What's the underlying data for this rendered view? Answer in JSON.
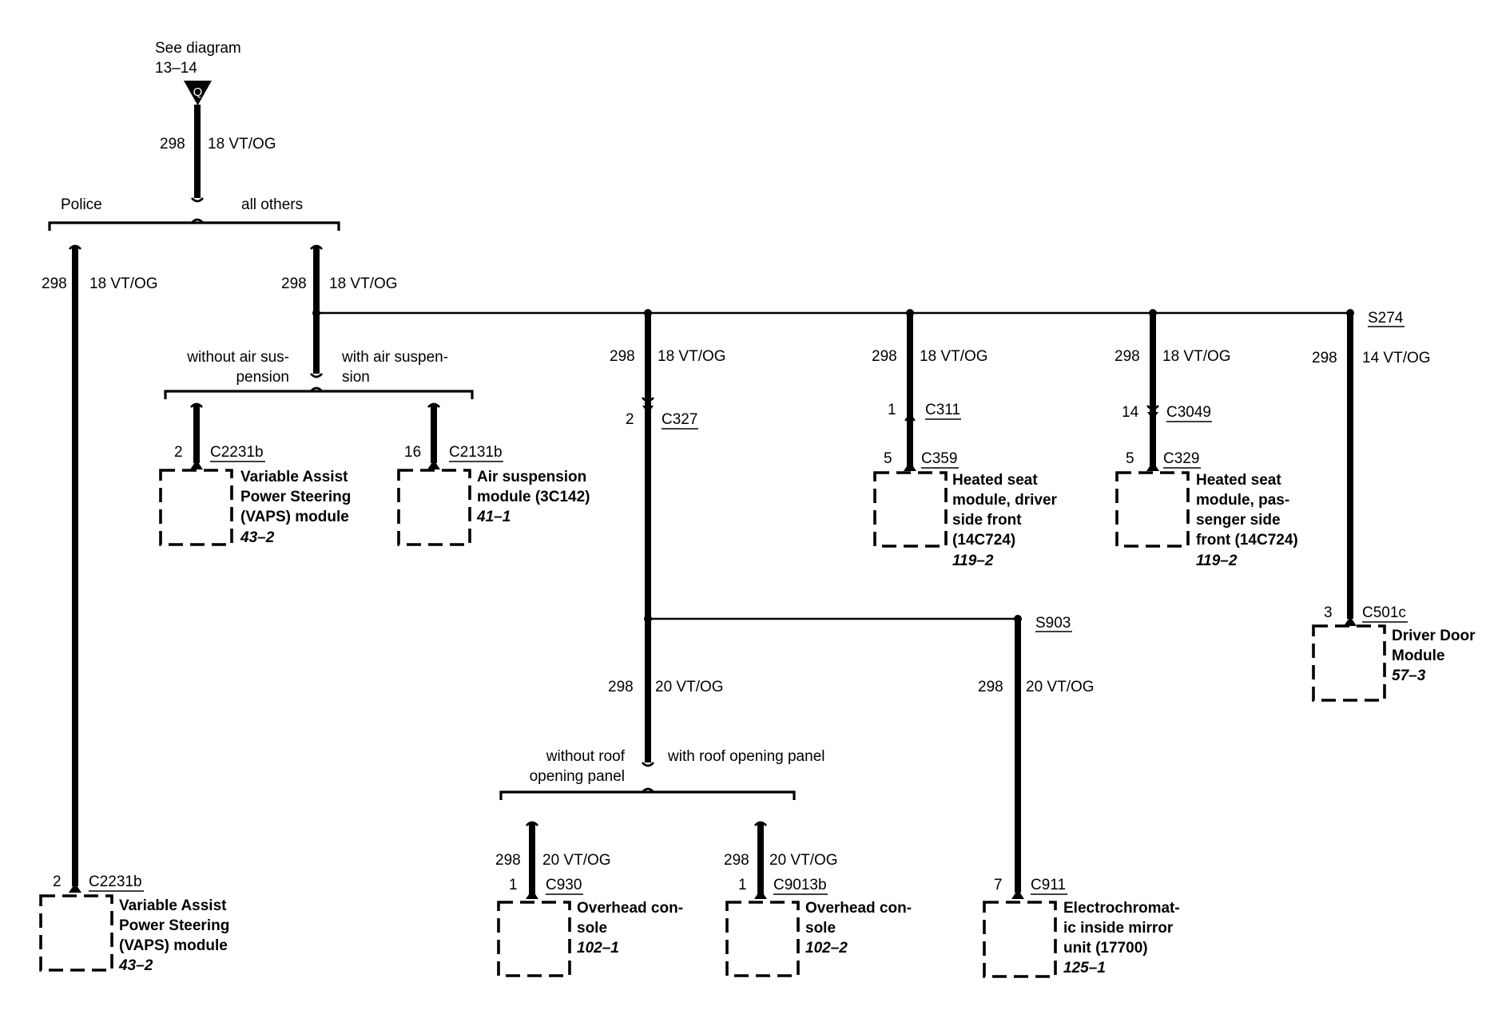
{
  "source": {
    "ref_line1": "See diagram",
    "ref_line2": "13–14",
    "connector_letter": "Q"
  },
  "wires": {
    "top": {
      "circuit": "298",
      "spec": "18 VT/OG"
    },
    "police": {
      "circuit": "298",
      "spec": "18 VT/OG"
    },
    "others": {
      "circuit": "298",
      "spec": "18 VT/OG"
    },
    "to_c327": {
      "circuit": "298",
      "spec": "18 VT/OG"
    },
    "to_c311": {
      "circuit": "298",
      "spec": "18 VT/OG"
    },
    "to_c3049": {
      "circuit": "298",
      "spec": "18 VT/OG"
    },
    "to_c501c": {
      "circuit": "298",
      "spec": "14 VT/OG"
    },
    "roof_trunk": {
      "circuit": "298",
      "spec": "20 VT/OG"
    },
    "to_c911": {
      "circuit": "298",
      "spec": "20 VT/OG"
    },
    "to_c930": {
      "circuit": "298",
      "spec": "20 VT/OG"
    },
    "to_c9013b": {
      "circuit": "298",
      "spec": "20 VT/OG"
    }
  },
  "branches": {
    "police": "Police",
    "all_others": "all others",
    "without_air_1": "without air sus-",
    "without_air_2": "pension",
    "with_air_1": "with air suspen-",
    "with_air_2": "sion",
    "without_roof_1": "without roof",
    "without_roof_2": "opening panel",
    "with_roof": "with roof opening panel"
  },
  "splices": {
    "s274": "S274",
    "s903": "S903"
  },
  "connectors": {
    "c327": {
      "pin": "2",
      "name": "C327"
    },
    "c311": {
      "pin": "1",
      "name": "C311"
    },
    "c3049": {
      "pin": "14",
      "name": "C3049"
    }
  },
  "components": {
    "vaps_police": {
      "pin": "2",
      "connector": "C2231b",
      "lines": [
        "Variable Assist",
        "Power Steering",
        "(VAPS) module"
      ],
      "page": "43–2"
    },
    "vaps": {
      "pin": "2",
      "connector": "C2231b",
      "lines": [
        "Variable Assist",
        "Power Steering",
        "(VAPS) module"
      ],
      "page": "43–2"
    },
    "air_susp": {
      "pin": "16",
      "connector": "C2131b",
      "lines": [
        "Air suspension",
        "module (3C142)"
      ],
      "page": "41–1"
    },
    "seat_driver": {
      "pin": "5",
      "connector": "C359",
      "lines": [
        "Heated seat",
        "module, driver",
        "side front",
        "(14C724)"
      ],
      "page": "119–2"
    },
    "seat_pass": {
      "pin": "5",
      "connector": "C329",
      "lines": [
        "Heated seat",
        "module, pas-",
        "senger side",
        "front (14C724)"
      ],
      "page": "119–2"
    },
    "door": {
      "pin": "3",
      "connector": "C501c",
      "lines": [
        "Driver Door",
        "Module"
      ],
      "page": "57–3"
    },
    "console_1": {
      "pin": "1",
      "connector": "C930",
      "lines": [
        "Overhead con-",
        "sole"
      ],
      "page": "102–1"
    },
    "console_2": {
      "pin": "1",
      "connector": "C9013b",
      "lines": [
        "Overhead con-",
        "sole"
      ],
      "page": "102–2"
    },
    "mirror": {
      "pin": "7",
      "connector": "C911",
      "lines": [
        "Electrochromat-",
        "ic inside mirror",
        "unit (17700)"
      ],
      "page": "125–1"
    }
  }
}
